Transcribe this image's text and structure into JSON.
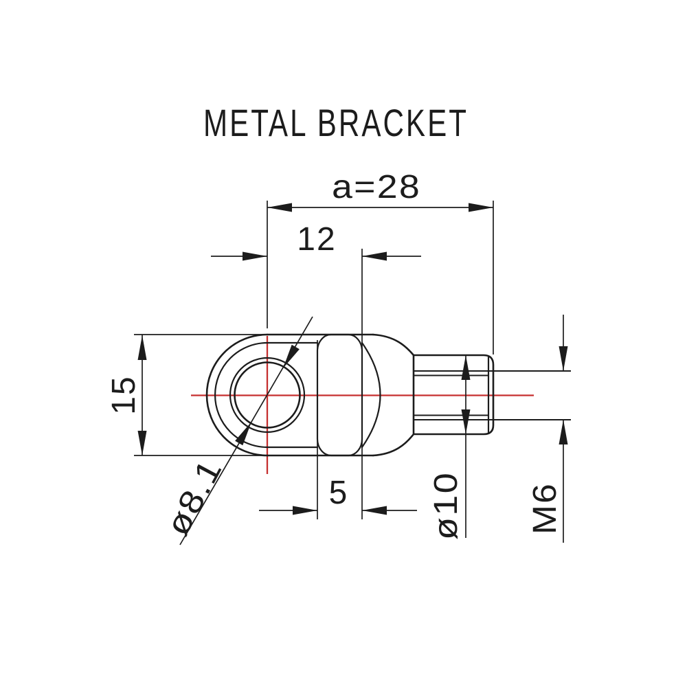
{
  "title": "METAL BRACKET",
  "dimensions": {
    "overall_length_label": "a=28",
    "hole_to_section_label": "12",
    "eye_width_label": "15",
    "section_thickness_label": "5",
    "boss_diameter_label": "ø10",
    "thread_label": "M6",
    "eye_hole_diameter_label": "ø8.1"
  },
  "colors": {
    "line": "#1c1c1c",
    "centerline_red": "#c62f2f",
    "background": "#ffffff"
  }
}
